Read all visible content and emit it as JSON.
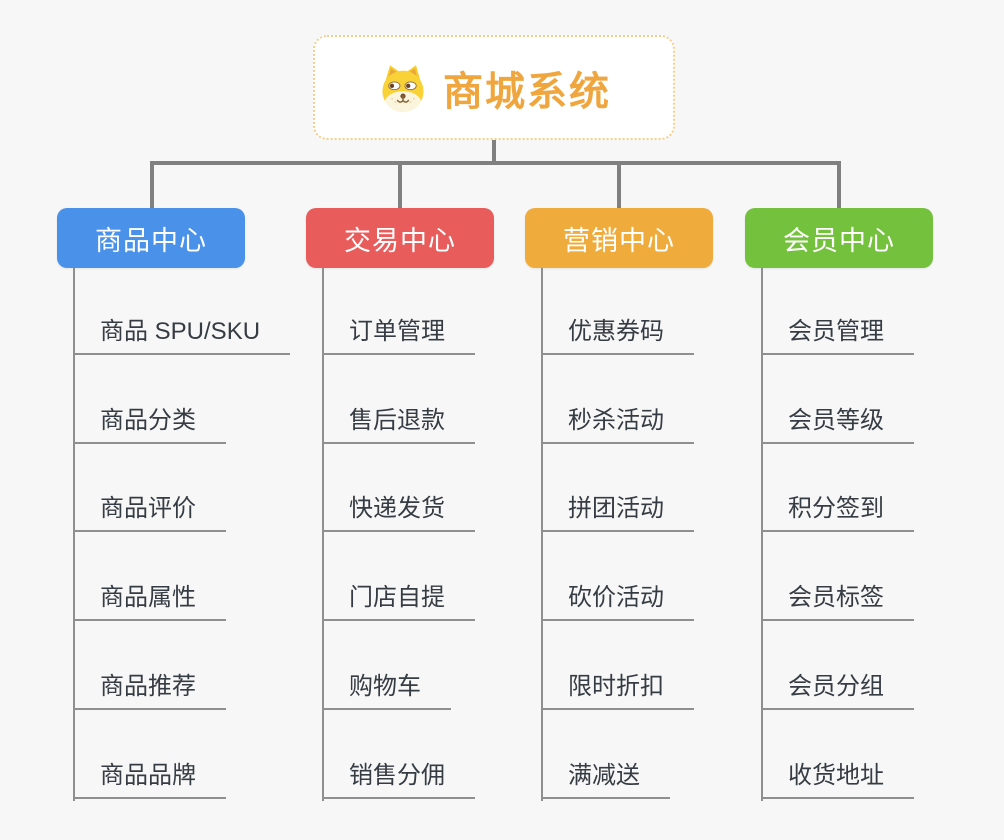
{
  "root": {
    "title": "商城系统",
    "icon": "dog-face-icon",
    "text_color": "#F0A63F",
    "border_color": "#F6CD86"
  },
  "connector_colors": {
    "thick": "#808080",
    "thin": "#8F8F8F"
  },
  "branches": [
    {
      "label": "商品中心",
      "color": "#4A91EA",
      "items": [
        "商品 SPU/SKU",
        "商品分类",
        "商品评价",
        "商品属性",
        "商品推荐",
        "商品品牌"
      ]
    },
    {
      "label": "交易中心",
      "color": "#E85C5C",
      "items": [
        "订单管理",
        "售后退款",
        "快递发货",
        "门店自提",
        "购物车",
        "销售分佣"
      ]
    },
    {
      "label": "营销中心",
      "color": "#EFAC3D",
      "items": [
        "优惠券码",
        "秒杀活动",
        "拼团活动",
        "砍价活动",
        "限时折扣",
        "满减送"
      ]
    },
    {
      "label": "会员中心",
      "color": "#74C13D",
      "items": [
        "会员管理",
        "会员等级",
        "积分签到",
        "会员标签",
        "会员分组",
        "收货地址"
      ]
    }
  ]
}
